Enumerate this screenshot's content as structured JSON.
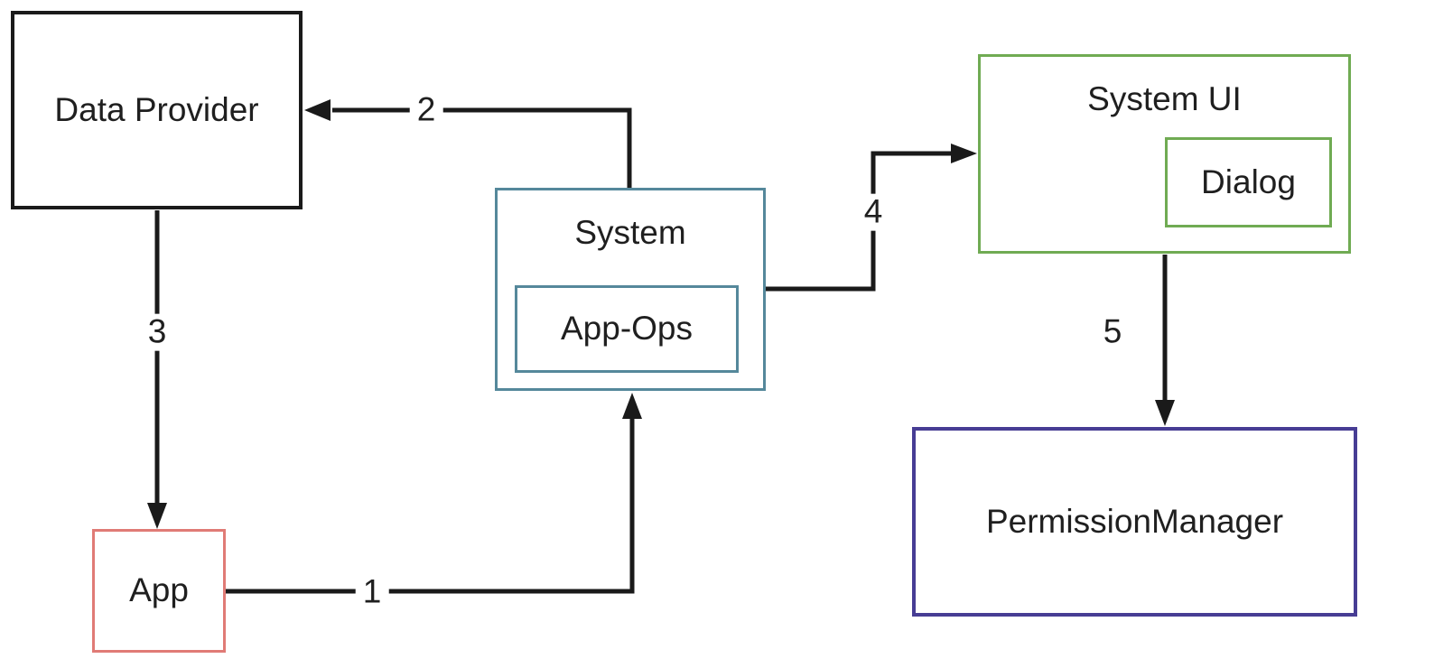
{
  "nodes": {
    "data_provider": {
      "label": "Data Provider",
      "border_color": "#1a1a1a"
    },
    "app": {
      "label": "App",
      "border_color": "#e07b76"
    },
    "system": {
      "label": "System",
      "border_color": "#55889b"
    },
    "app_ops": {
      "label": "App-Ops",
      "border_color": "#55889b"
    },
    "system_ui": {
      "label": "System UI",
      "border_color": "#70ab53"
    },
    "dialog": {
      "label": "Dialog",
      "border_color": "#70ab53"
    },
    "permission_manager": {
      "label": "PermissionManager",
      "border_color": "#473d94"
    }
  },
  "edges": [
    {
      "label": "1",
      "from": "App",
      "to": "System"
    },
    {
      "label": "2",
      "from": "System",
      "to": "Data Provider"
    },
    {
      "label": "3",
      "from": "Data Provider",
      "to": "App"
    },
    {
      "label": "4",
      "from": "System",
      "to": "System UI"
    },
    {
      "label": "5",
      "from": "System UI",
      "to": "PermissionManager"
    }
  ],
  "colors": {
    "line": "#1a1a1a",
    "text": "#1f1f1f",
    "background": "#ffffff"
  }
}
